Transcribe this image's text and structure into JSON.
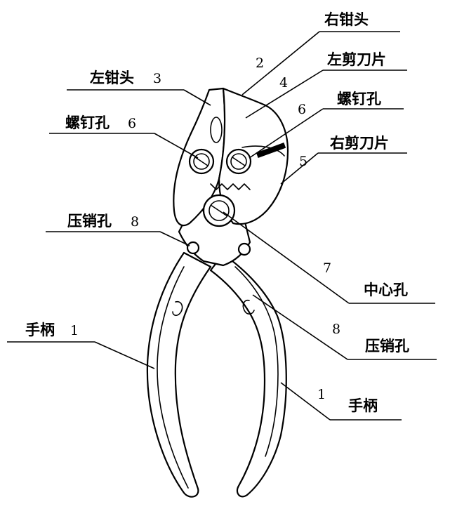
{
  "labels": {
    "right_jaw": "右钳头",
    "left_blade": "左剪刀片",
    "left_jaw": "左钳头",
    "screw_hole_right": "螺钉孔",
    "screw_hole_left": "螺钉孔",
    "right_blade": "右剪刀片",
    "press_pin_left": "压销孔",
    "center_hole": "中心孔",
    "press_pin_right": "压销孔",
    "handle_left": "手柄",
    "handle_right": "手柄"
  },
  "numbers": {
    "right_jaw": "2",
    "left_blade": "4",
    "left_jaw": "3",
    "screw_hole_right": "6",
    "screw_hole_left": "6",
    "right_blade": "5",
    "press_pin_left": "8",
    "center_hole": "7",
    "press_pin_right": "8",
    "handle_left": "1",
    "handle_right": "1"
  }
}
